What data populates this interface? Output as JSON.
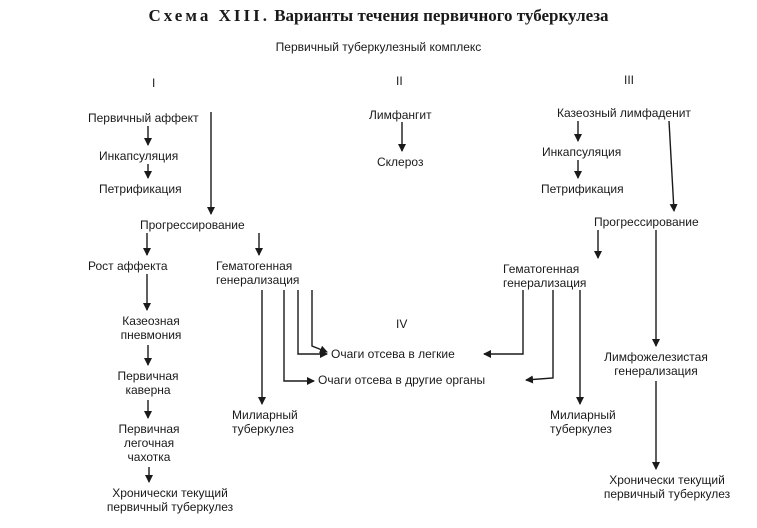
{
  "title": {
    "scheme_label": "Схема XIII.",
    "text": "Варианты течения первичного туберкулеза"
  },
  "subtitle": "Первичный туберкулезный комплекс",
  "columns": {
    "c1": "I",
    "c2": "II",
    "c3": "III",
    "c4": "IV"
  },
  "nodes": {
    "primary_affect": "Первичный аффект",
    "encapsulation_1": "Инкапсуляция",
    "petrification_1": "Петрификация",
    "progression_1": "Прогрессирование",
    "affect_growth": "Рост аффекта",
    "caseous_pneumonia": [
      "Казеозная",
      "пневмония"
    ],
    "primary_cavity": [
      "Первичная",
      "каверна"
    ],
    "primary_phthisis": [
      "Первичная",
      "легочная",
      "чахотка"
    ],
    "chronic_1": [
      "Хронически текущий",
      "первичный туберкулез"
    ],
    "hematogenous_1": [
      "Гематогенная",
      "генерализация"
    ],
    "miliary_1": [
      "Милиарный",
      "туберкулез"
    ],
    "lymphangitis": "Лимфангит",
    "sclerosis": "Склероз",
    "caseous_lymphadenitis": "Казеозный лимфаденит",
    "encapsulation_3": "Инкапсуляция",
    "petrification_3": "Петрификация",
    "progression_3": "Прогрессирование",
    "hematogenous_3": [
      "Гематогенная",
      "генерализация"
    ],
    "miliary_3": [
      "Милиарный",
      "туберкулез"
    ],
    "lymphoglandular": [
      "Лимфожелезистая",
      "генерализация"
    ],
    "chronic_3": [
      "Хронически текущий",
      "первичный туберкулез"
    ],
    "foci_lungs": "Очаги отсева в легкие",
    "foci_organs": "Очаги отсева в другие органы"
  }
}
